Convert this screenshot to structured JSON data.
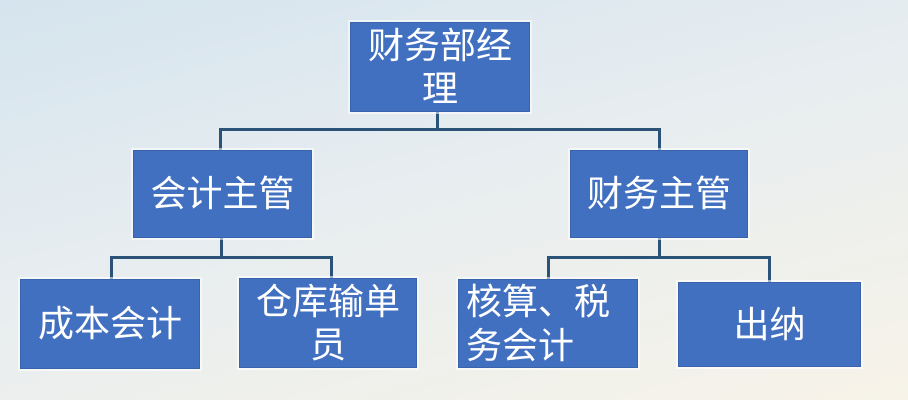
{
  "diagram": {
    "type": "org-chart",
    "colors": {
      "box_fill": "#4170c1",
      "box_border": "#3a63ad",
      "box_text": "#ffffff",
      "connector": "#2b5277",
      "background_top": "#d5e4ee",
      "background_bottom": "#f7f3e8"
    },
    "root": {
      "label": "财务部经理",
      "lines": [
        "财务部经",
        "理"
      ],
      "children": [
        {
          "label": "会计主管",
          "lines": [
            "会计主管"
          ],
          "children": [
            {
              "label": "成本会计",
              "lines": [
                "成本会计"
              ]
            },
            {
              "label": "仓库输单员",
              "lines": [
                "仓库输单",
                "员"
              ]
            }
          ]
        },
        {
          "label": "财务主管",
          "lines": [
            "财务主管"
          ],
          "children": [
            {
              "label": "核算、税务会计",
              "lines": [
                "核算、税",
                "务会计"
              ]
            },
            {
              "label": "出纳",
              "lines": [
                "出纳"
              ]
            }
          ]
        }
      ]
    }
  }
}
